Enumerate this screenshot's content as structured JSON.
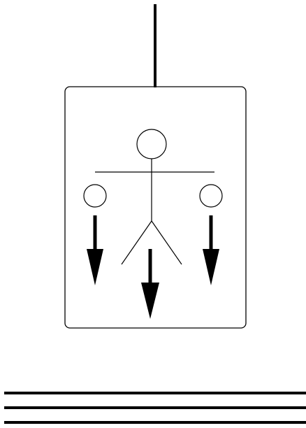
{
  "diagram": {
    "figure": "stick-figure",
    "held_objects": [
      "circle",
      "circle"
    ],
    "arrows": [
      {
        "label": "",
        "direction": "down"
      },
      {
        "label": "",
        "direction": "down"
      },
      {
        "label": "",
        "direction": "down"
      }
    ],
    "ground_lines": 3
  },
  "colors": {
    "stroke": "#000000",
    "background": "#ffffff"
  }
}
